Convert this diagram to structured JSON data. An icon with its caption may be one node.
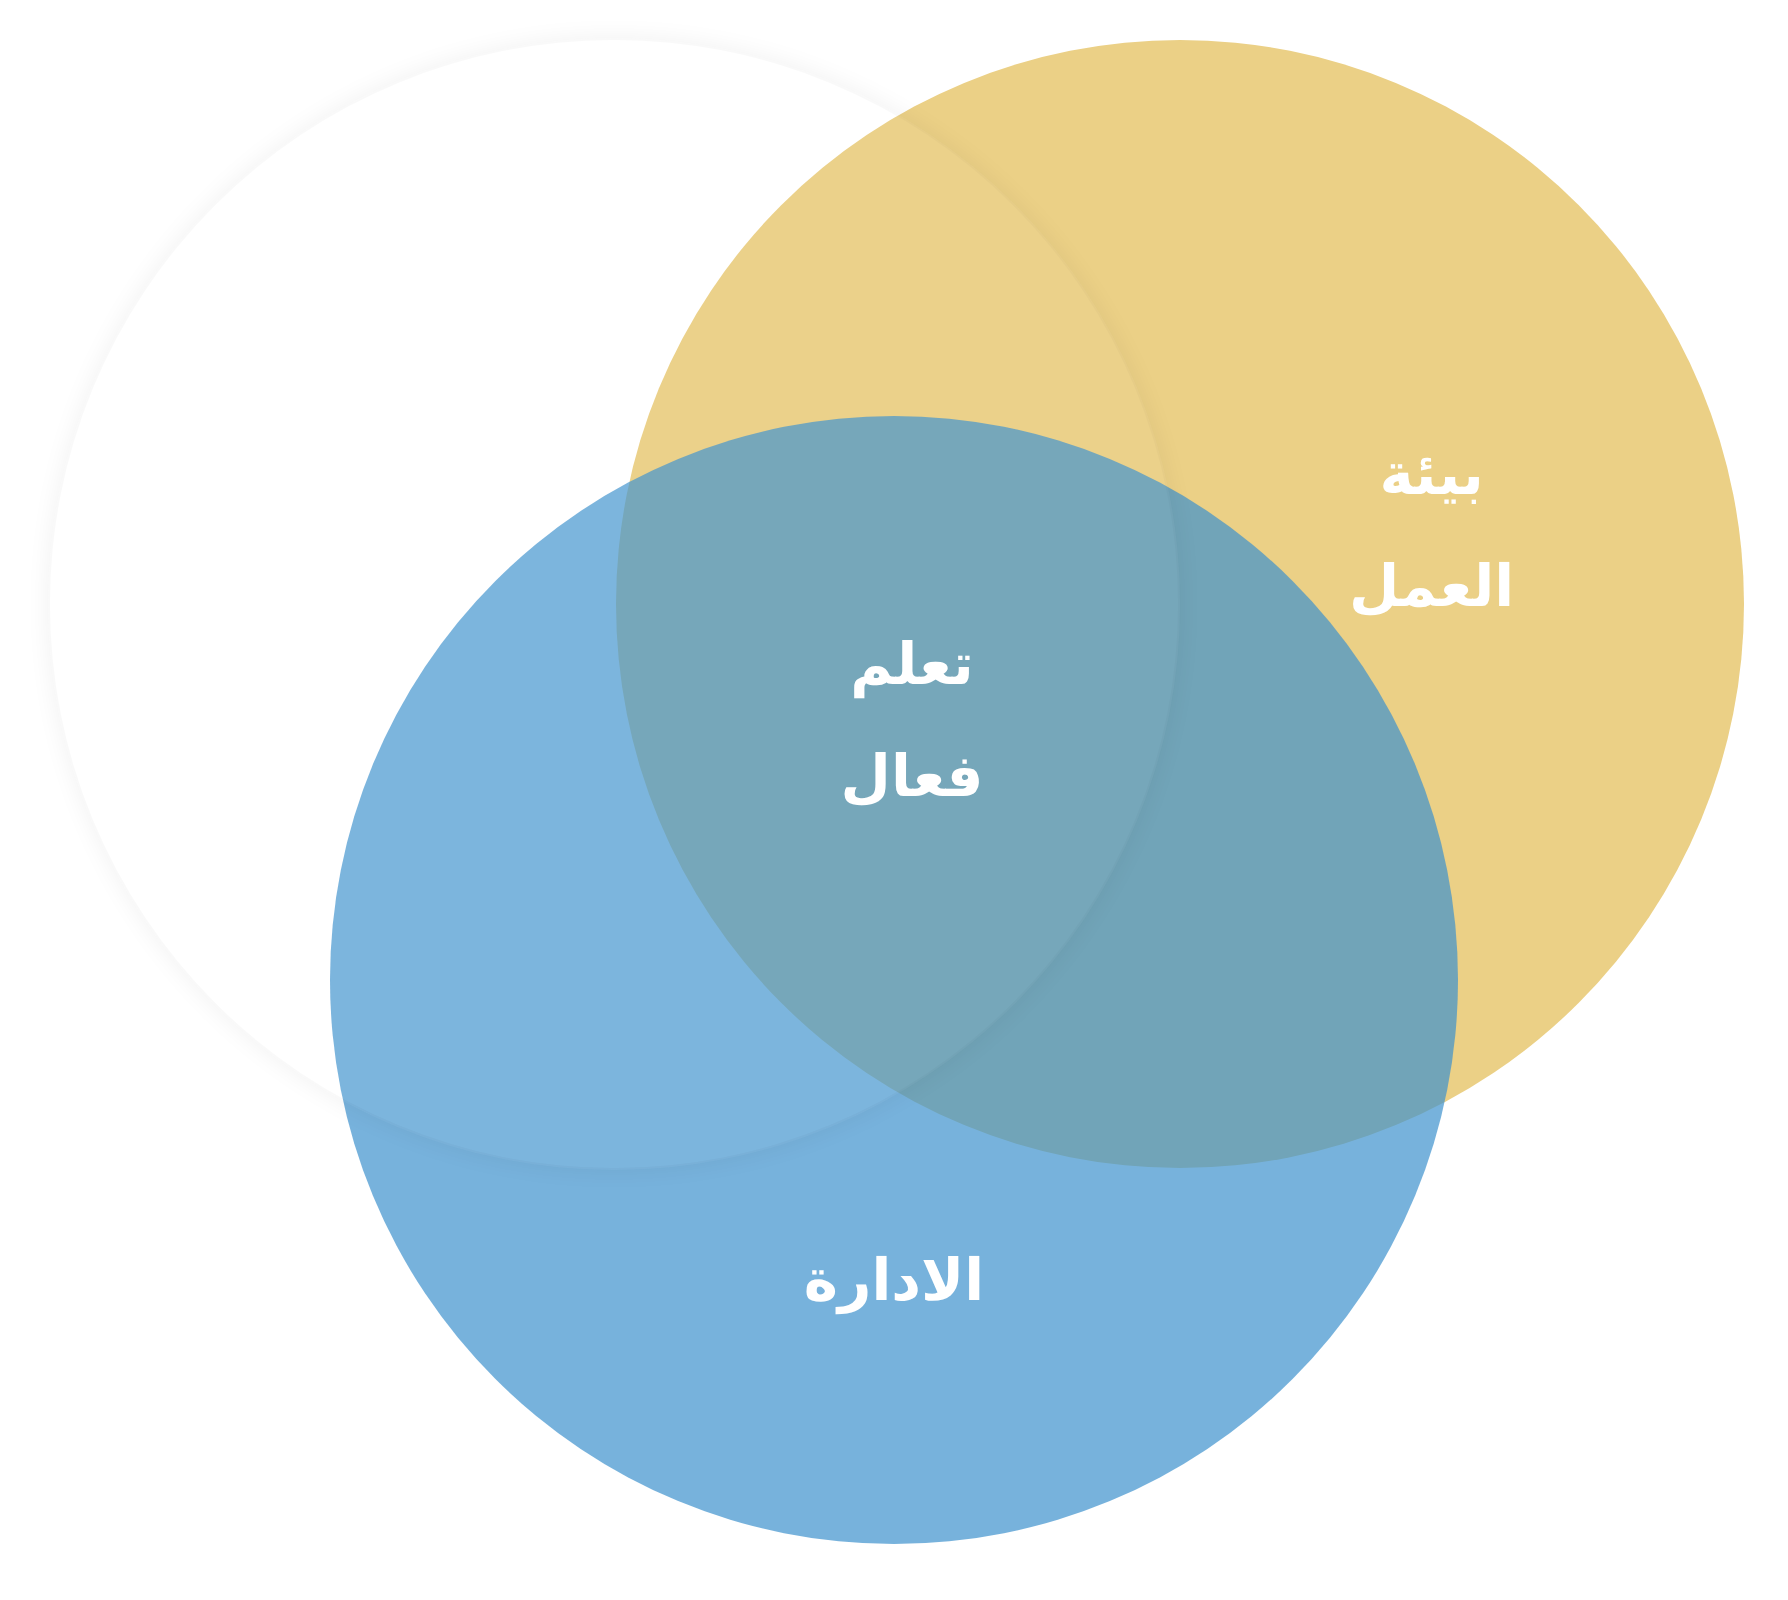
{
  "diagram": {
    "nodes": [
      {
        "text": [],
        "shape": "circle"
      },
      {
        "text": [
          "بيئة العمل"
        ]
      },
      {
        "text": [
          "الادارة"
        ]
      }
    ],
    "labels": [
      "تعلم فعال"
    ]
  }
}
